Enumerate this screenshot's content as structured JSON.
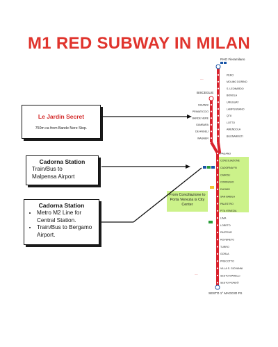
{
  "title": "M1 RED SUBWAY IN MILAN",
  "callouts": {
    "jardin": {
      "heading": "Le Jardin Secret",
      "sub": "750m ca from Bande Nere Stop."
    },
    "cadorna_malpensa": {
      "heading": "Cadorna Station",
      "lines": [
        "Train/Bus to",
        "Malpensa Airport"
      ]
    },
    "cadorna_bergamo": {
      "heading": "Cadorna Station",
      "bullets": [
        "Metro M2 Line for Central  Station.",
        "Train/Bus to Bergamo Airport."
      ]
    }
  },
  "note": "From Conciliazione to Porta Venezia is City Center",
  "map": {
    "line_color": "#d9232e",
    "highlight_color": "#ccf28a",
    "terminus_rho": "RHO Fieramilano",
    "terminus_bisceglie": "BISCEGLIE",
    "terminus_sesto": "SESTO 1° MAGGIO FS",
    "branch_rho": [
      "PERO",
      "MOLINO DORINO",
      "S. LEONARDO",
      "BONOLA",
      "URUGUAY",
      "LAMPUGNANO",
      "QT8",
      "LOTTO",
      "AMENDOLA",
      "BUONARROTI"
    ],
    "branch_bisceglie": [
      "INGANNI",
      "PRIMATICCIO",
      "BANDE NERE",
      "GAMBARA",
      "DE ANGELI",
      "WAGNER"
    ],
    "trunk": [
      "PAGANO",
      "CONCILIAZIONE",
      "CADORNA FN",
      "CAIROLI",
      "CORDUSIO",
      "DUOMO",
      "SAN BABILA",
      "PALESTRO",
      "P.TA VENEZIA",
      "LIMA",
      "LORETO",
      "PASTEUR",
      "ROVERETO",
      "TURRO",
      "GORLA",
      "PRECOTTO",
      "VILLA S. GIOVANNI",
      "SESTO MARELLI",
      "SESTO RONDÒ"
    ]
  }
}
